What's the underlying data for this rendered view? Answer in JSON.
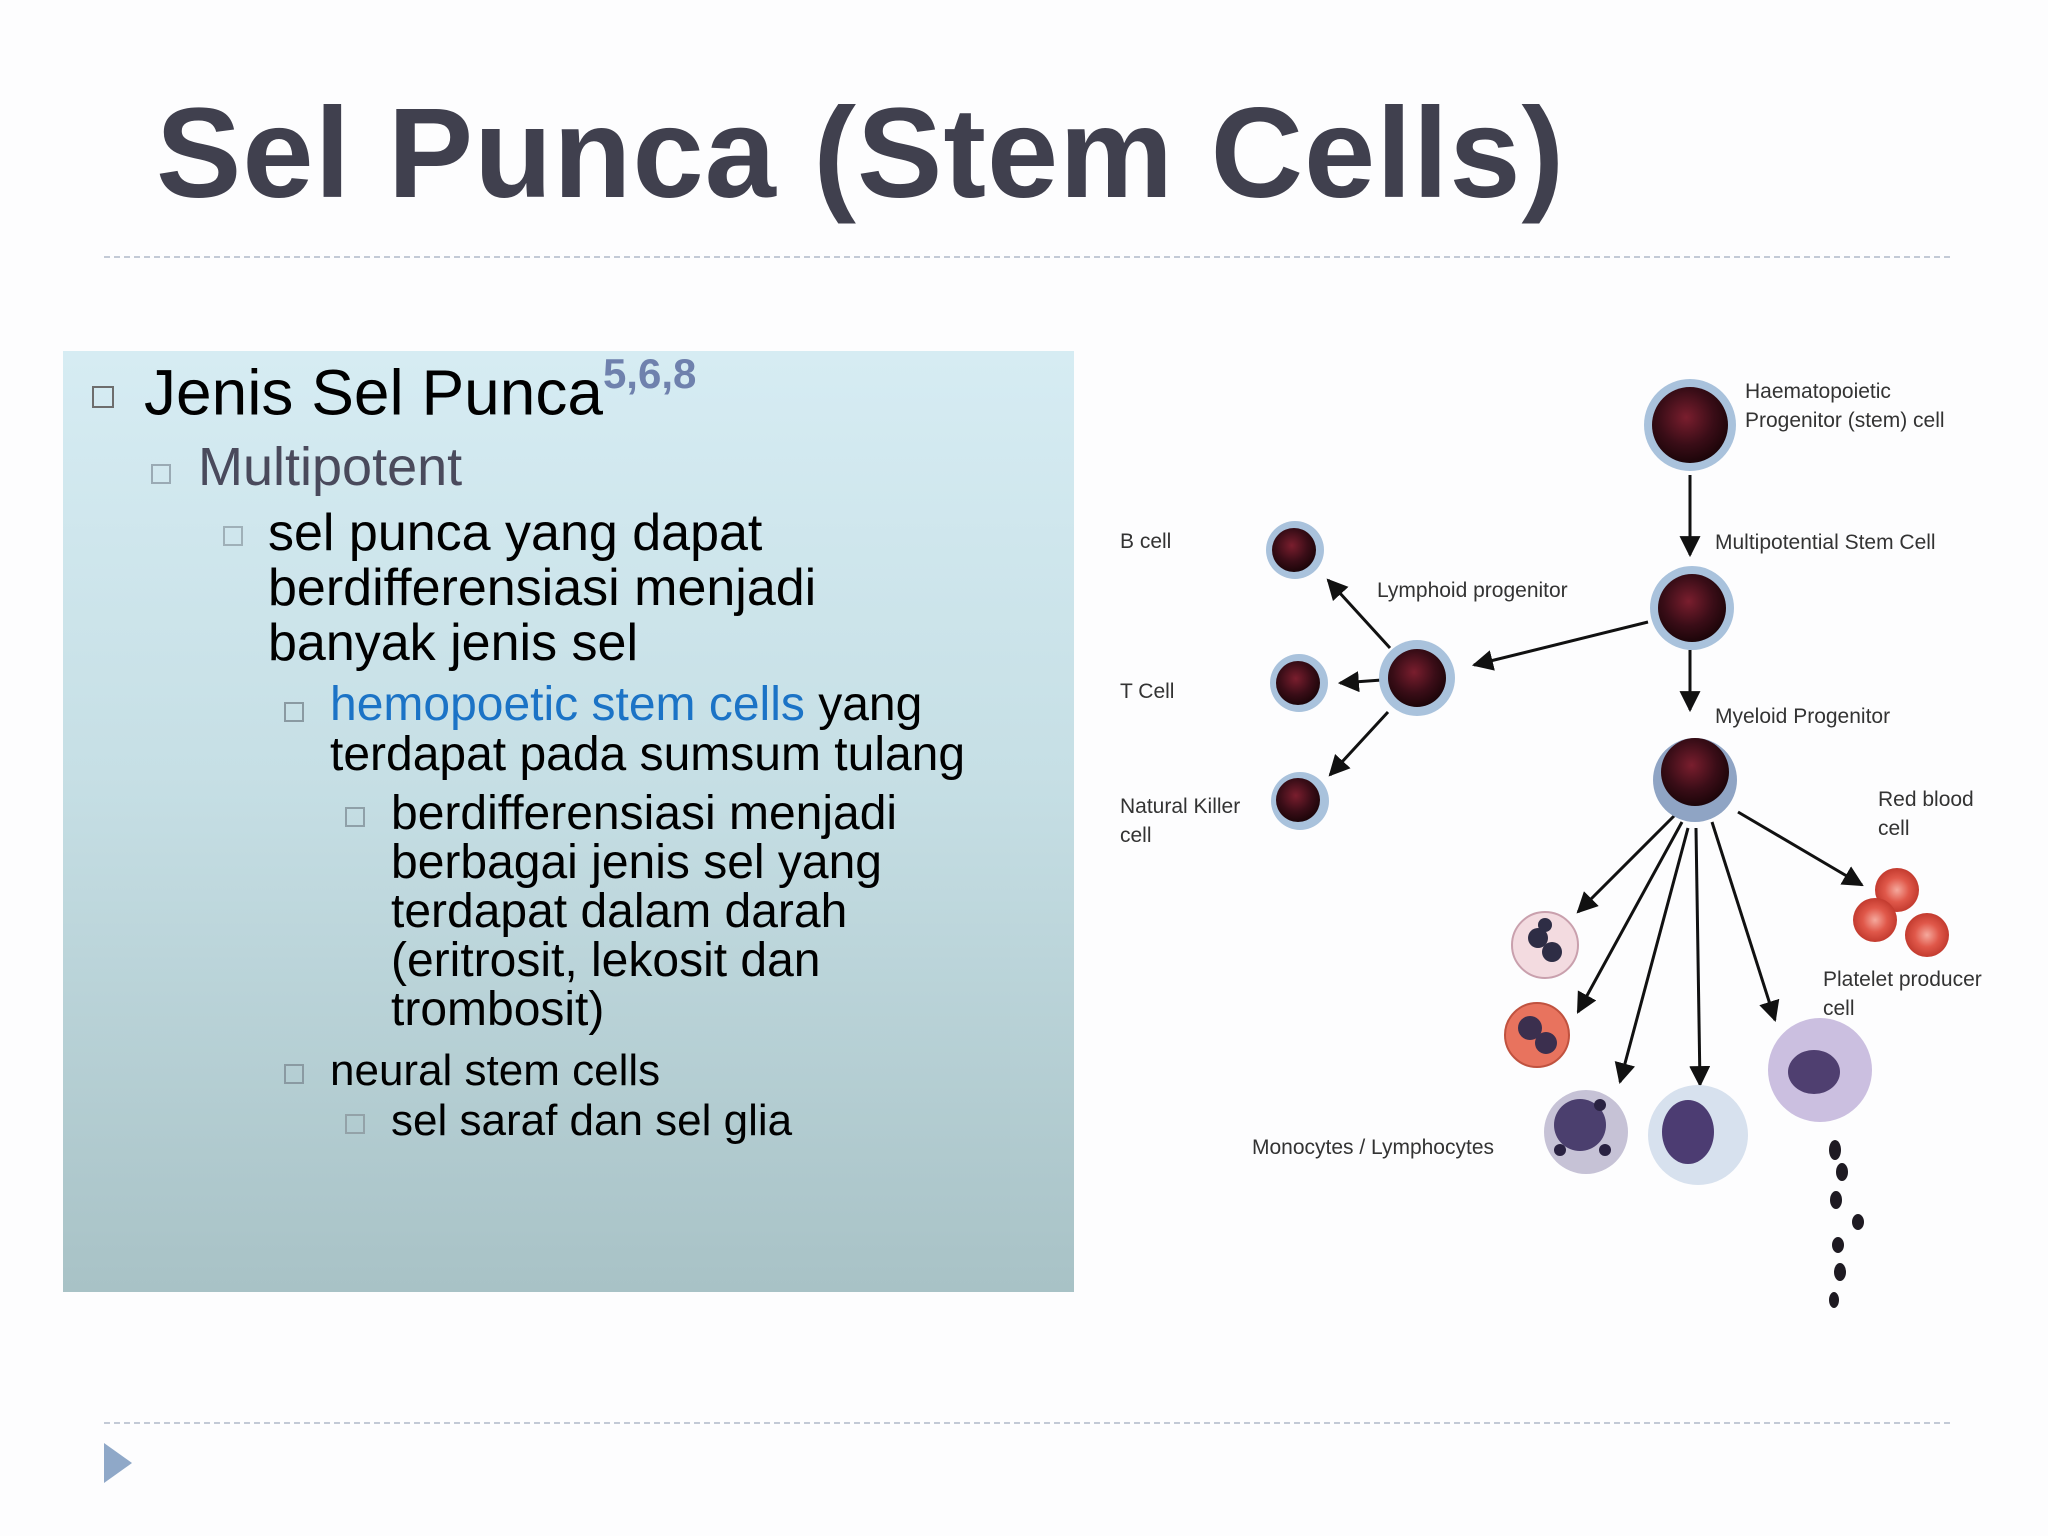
{
  "slide": {
    "title": "Sel Punca (Stem Cells)"
  },
  "content": {
    "heading": "Jenis Sel Punca",
    "heading_refs": "5,6,8",
    "level2": "Multipotent",
    "level3_lines": [
      "sel punca yang dapat",
      "berdifferensiasi menjadi",
      "banyak jenis sel"
    ],
    "level4_highlight": "hemopoetic stem cells",
    "level4_rest": " yang",
    "level4_line2": "terdapat pada sumsum tulang",
    "level5_lines": [
      "berdifferensiasi menjadi",
      "berbagai jenis sel yang",
      "terdapat dalam darah",
      "(eritrosit, lekosit dan",
      "trombosit)"
    ],
    "level4b": "neural stem cells",
    "level5b": "sel saraf dan sel glia"
  },
  "diagram": {
    "labels": {
      "haematopoietic_1": "Haematopoietic",
      "haematopoietic_2": "Progenitor (stem) cell",
      "multipotential": "Multipotential Stem Cell",
      "lymphoid": "Lymphoid progenitor",
      "myeloid": "Myeloid Progenitor",
      "b_cell": "B cell",
      "t_cell": "T Cell",
      "nk_1": "Natural Killer",
      "nk_2": "cell",
      "rbc_1": "Red blood",
      "rbc_2": "cell",
      "platelet_1": "Platelet producer",
      "platelet_2": "cell",
      "mono": "Monocytes / Lymphocytes"
    },
    "colors": {
      "cell_core": "#3a0d17",
      "cell_ring": "#9fb6d2",
      "rbc": "#e0584a",
      "arrow": "#111111"
    }
  },
  "theme": {
    "title_color": "#40404e",
    "highlight_color": "#1b73c6",
    "nav_color": "#8fa8c8"
  }
}
